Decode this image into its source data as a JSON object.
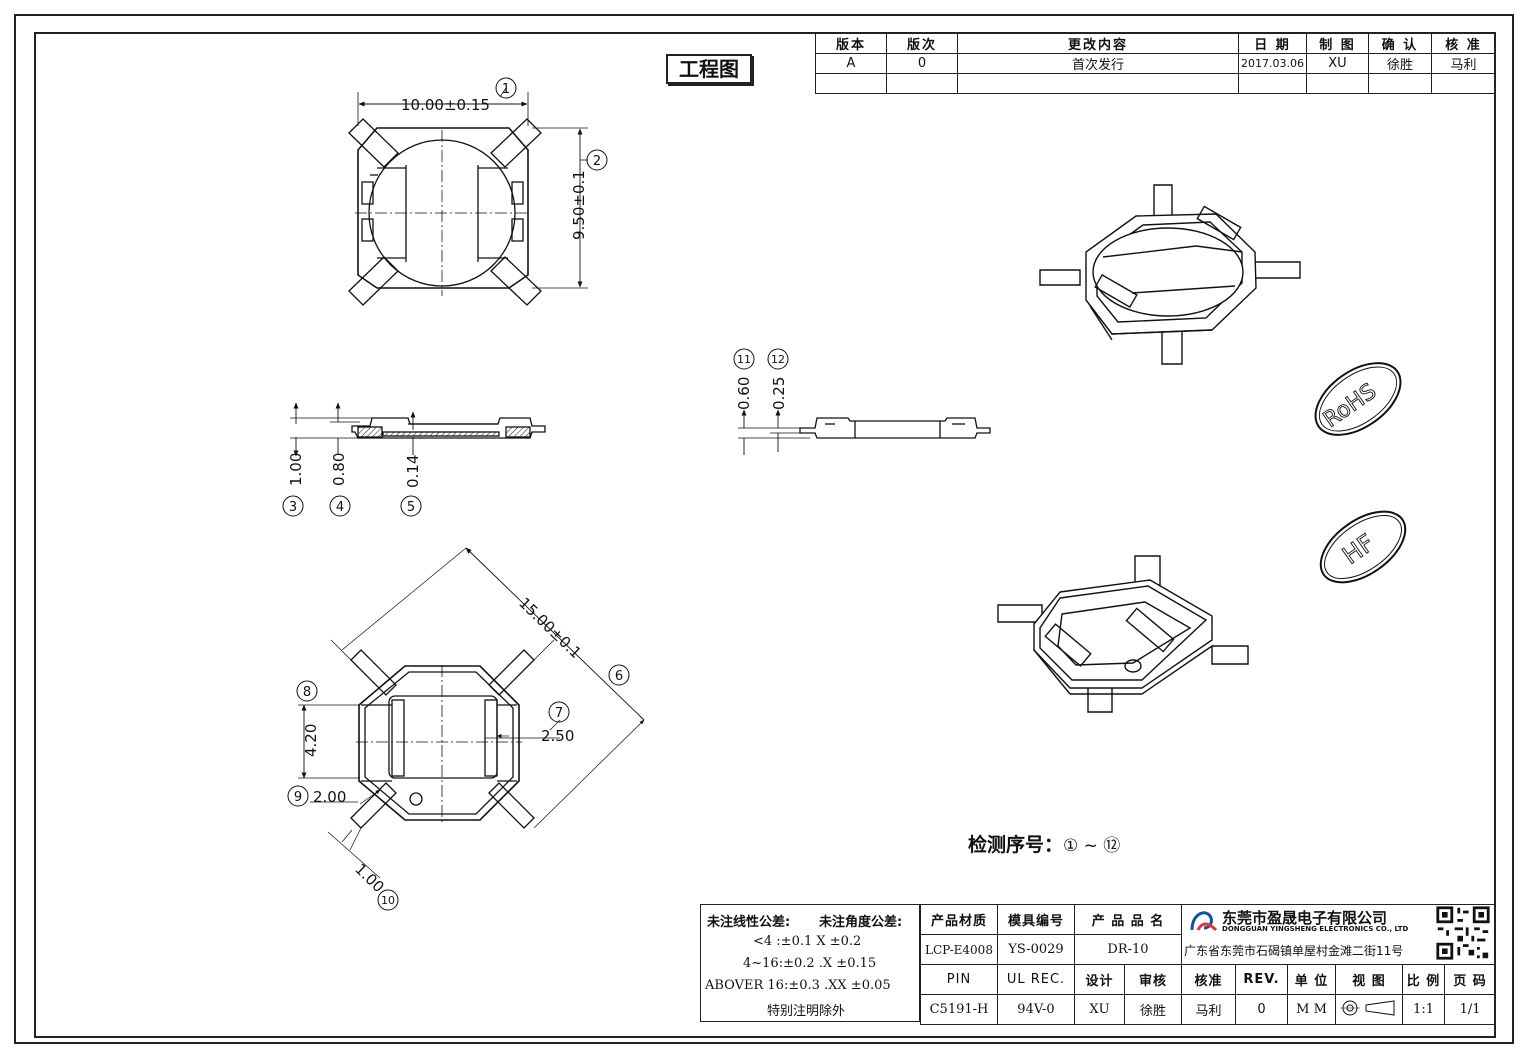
{
  "drawing_title": "工程图",
  "revision_table": {
    "headers": [
      "版本",
      "版次",
      "更改内容",
      "日 期",
      "制 图",
      "确 认",
      "核 准"
    ],
    "rows": [
      [
        "A",
        "0",
        "首次发行",
        "2017.03.06",
        "XU",
        "徐胜",
        "马利"
      ],
      [
        "",
        "",
        "",
        "",
        "",
        "",
        ""
      ]
    ]
  },
  "dimensions": {
    "width": "10.00±0.15",
    "height": "9.50±0.1",
    "thickness_total": "1.00",
    "thickness_body": "0.80",
    "thickness_floor": "0.14",
    "diagonal": "15.00±0.1",
    "window_height": "4.20",
    "slot_width": "2.50",
    "tab_width": "2.00",
    "tab_length": "1.00",
    "side_a": "0.60",
    "side_b": "0.25"
  },
  "balloons": [
    "1",
    "2",
    "3",
    "4",
    "5",
    "6",
    "7",
    "8",
    "9",
    "10",
    "11",
    "12"
  ],
  "badges": {
    "rohs": "RoHS",
    "hf": "HF"
  },
  "inspection": {
    "label": "检测序号：",
    "range": "① ~ ⑫"
  },
  "tolerance": {
    "linear_title": "未注线性公差:",
    "angle_title": "未注角度公差:",
    "line1": "<4 :±0.1  X ±0.2",
    "line2": "4~16:±0.2  .X ±0.15",
    "line3": "ABOVER 16:±0.3  .XX ±0.05",
    "note": "特别注明除外"
  },
  "title_block": {
    "h_material": "产品材质",
    "h_mold": "模具编号",
    "h_product": "产 品 品 名",
    "material": "LCP-E4008",
    "mold": "YS-0029",
    "product": "DR-10",
    "h_pin": "PIN",
    "h_ul": "UL REC.",
    "h_design": "设计",
    "h_review": "审核",
    "pin": "C5191-H",
    "ul": "94V-0",
    "design": "XU",
    "review": "徐胜",
    "h_approve": "核准",
    "h_rev": "REV.",
    "h_unit": "单 位",
    "h_view": "视 图",
    "h_scale": "比 例",
    "h_page": "页 码",
    "approve": "马利",
    "rev": "0",
    "unit": "M M",
    "scale": "1:1",
    "page": "1/1",
    "company_cn": "东莞市盈晟电子有限公司",
    "company_en": "DONGGUAN YINGSHENG ELECTRONICS CO., LTD",
    "brand": "YINGSHENG",
    "address": "广东省东莞市石碣镇单屋村金滩二街11号"
  }
}
